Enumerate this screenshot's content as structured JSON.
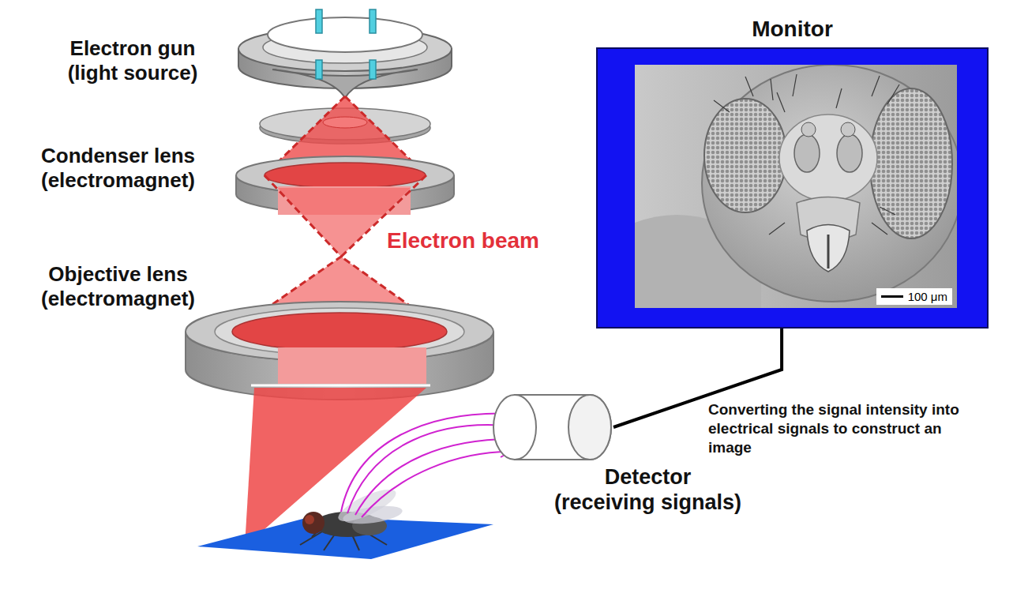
{
  "diagram": {
    "nodes": [
      {
        "text": [
          "Monitor",
          "100 μm"
        ]
      },
      {
        "text": [
          "Detector (receiving signals)"
        ]
      }
    ],
    "edges": [
      {
        "from": 1,
        "to": 0,
        "arrow": "none"
      }
    ],
    "labels": [
      "Electron gun (light source)",
      "Condenser lens (electromagnet)",
      "Objective lens (electromagnet)",
      "Electron beam",
      "Converting the signal intensity into electrical signals to construct an image"
    ]
  }
}
